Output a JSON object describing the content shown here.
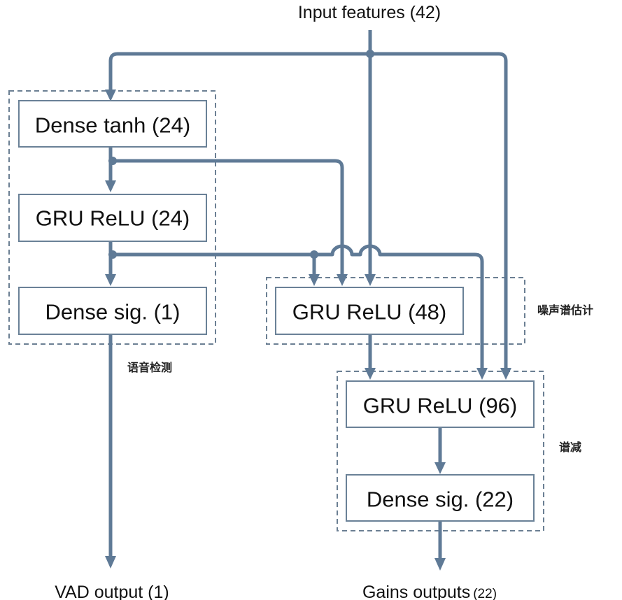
{
  "diagram": {
    "title": "RNNoise network architecture",
    "input": {
      "label": "Input features (42)"
    },
    "outputs": {
      "vad": {
        "label": "VAD output (1)"
      },
      "gains": {
        "label_main": "Gains outputs",
        "label_count": "(22)"
      }
    },
    "layers": [
      {
        "id": "dense_tanh",
        "label": "Dense tanh (24)"
      },
      {
        "id": "gru_vad",
        "label": "GRU ReLU (24)"
      },
      {
        "id": "dense_vad",
        "label": "Dense sig. (1)"
      },
      {
        "id": "gru_noise",
        "label": "GRU ReLU (48)"
      },
      {
        "id": "gru_denoise",
        "label": "GRU ReLU (96)"
      },
      {
        "id": "dense_gains",
        "label": "Dense sig. (22)"
      }
    ],
    "groups": {
      "vad": {
        "label": "语音检测"
      },
      "noise": {
        "label": "噪声谱估计"
      },
      "denoise": {
        "label": "谱减"
      }
    },
    "colors": {
      "wire": "#5f7a96",
      "box_border": "#6a8197",
      "group_border": "#6b7f93"
    }
  }
}
